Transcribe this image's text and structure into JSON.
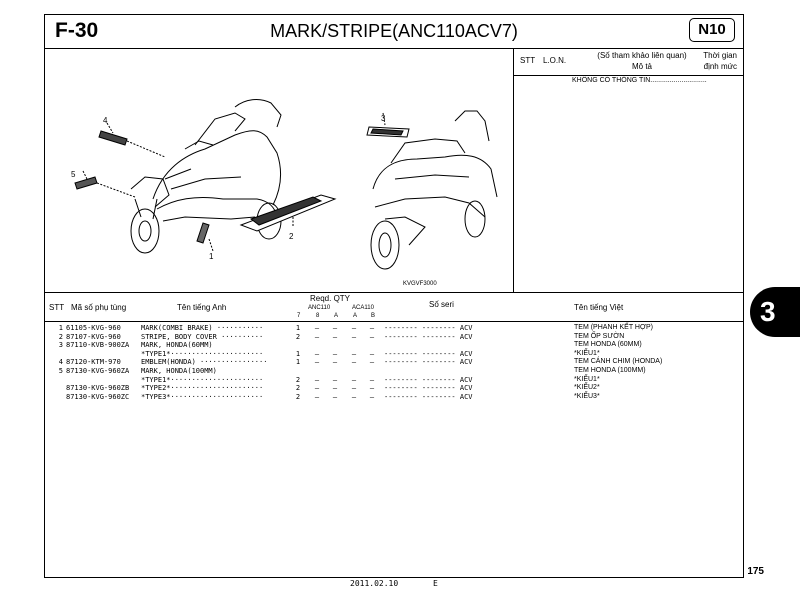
{
  "header": {
    "section_code": "F-30",
    "title": "MARK/STRIPE(ANC110ACV7)",
    "model_code": "N10"
  },
  "info_panel": {
    "col_stt": "STT",
    "col_lon": "L.O.N.",
    "col_ref": "(Số tham khảo liên quan)",
    "col_desc": "Mô tả",
    "col_time_1": "Thời gian",
    "col_time_2": "định mức",
    "no_info_text": "KHÔNG CÓ THÔNG TIN............................."
  },
  "diagram": {
    "callouts": [
      "1",
      "2",
      "3",
      "4",
      "5"
    ],
    "code": "KVGVF3000"
  },
  "parts_table": {
    "headers": {
      "stt": "STT",
      "part_no": "Mã số phụ tùng",
      "name_en": "Tên tiếng Anh",
      "reqd_qty": "Reqd. QTY",
      "anc110": "ANC110",
      "aca110": "ACA110",
      "qty_sub": [
        "7",
        "8",
        "A",
        "A",
        "B"
      ],
      "serial": "Số seri",
      "name_vi": "Tên tiếng Việt"
    },
    "rows": [
      {
        "no": "1",
        "part_no": "61105-KVG-960",
        "name_en": "MARK(COMBI BRAKE) ···········",
        "q": [
          "1",
          "–",
          "–",
          "–",
          "–"
        ],
        "serial": "-------- -------- ACV",
        "name_vi": "TEM (PHANH KẾT HỢP)"
      },
      {
        "no": "2",
        "part_no": "87107-KVG-960",
        "name_en": "STRIPE, BODY COVER ··········",
        "q": [
          "2",
          "–",
          "–",
          "–",
          "–"
        ],
        "serial": "-------- -------- ACV",
        "name_vi": "TEM ỐP SƯỜN"
      },
      {
        "no": "3",
        "part_no": "87110-KVB-900ZA",
        "name_en": "MARK, HONDA(60MM)",
        "q": [
          "",
          "",
          "",
          "",
          ""
        ],
        "serial": "",
        "name_vi": "TEM HONDA (60MM)"
      },
      {
        "no": "",
        "part_no": "",
        "name_en": "*TYPE1*······················",
        "q": [
          "1",
          "–",
          "–",
          "–",
          "–"
        ],
        "serial": "-------- -------- ACV",
        "name_vi": "*KIỂU1*"
      },
      {
        "no": "4",
        "part_no": "87120-KTM-970",
        "name_en": "EMBLEM(HONDA) ················",
        "q": [
          "1",
          "–",
          "–",
          "–",
          "–"
        ],
        "serial": "-------- -------- ACV",
        "name_vi": "TEM CÁNH CHIM (HONDA)"
      },
      {
        "no": "5",
        "part_no": "87130-KVG-960ZA",
        "name_en": "MARK, HONDA(100MM)",
        "q": [
          "",
          "",
          "",
          "",
          ""
        ],
        "serial": "",
        "name_vi": "TEM HONDA (100MM)"
      },
      {
        "no": "",
        "part_no": "",
        "name_en": "*TYPE1*······················",
        "q": [
          "2",
          "–",
          "–",
          "–",
          "–"
        ],
        "serial": "-------- -------- ACV",
        "name_vi": "*KIỂU1*"
      },
      {
        "no": "",
        "part_no": "87130-KVG-960ZB",
        "name_en": "*TYPE2*······················",
        "q": [
          "2",
          "–",
          "–",
          "–",
          "–"
        ],
        "serial": "-------- -------- ACV",
        "name_vi": "*KIỂU2*"
      },
      {
        "no": "",
        "part_no": "87130-KVG-960ZC",
        "name_en": "*TYPE3*······················",
        "q": [
          "2",
          "–",
          "–",
          "–",
          "–"
        ],
        "serial": "-------- -------- ACV",
        "name_vi": "*KIỂU3*"
      }
    ]
  },
  "footer": {
    "page_number": "175",
    "date": "2011.02.10",
    "edition": "E"
  },
  "chapter_tab": "3"
}
